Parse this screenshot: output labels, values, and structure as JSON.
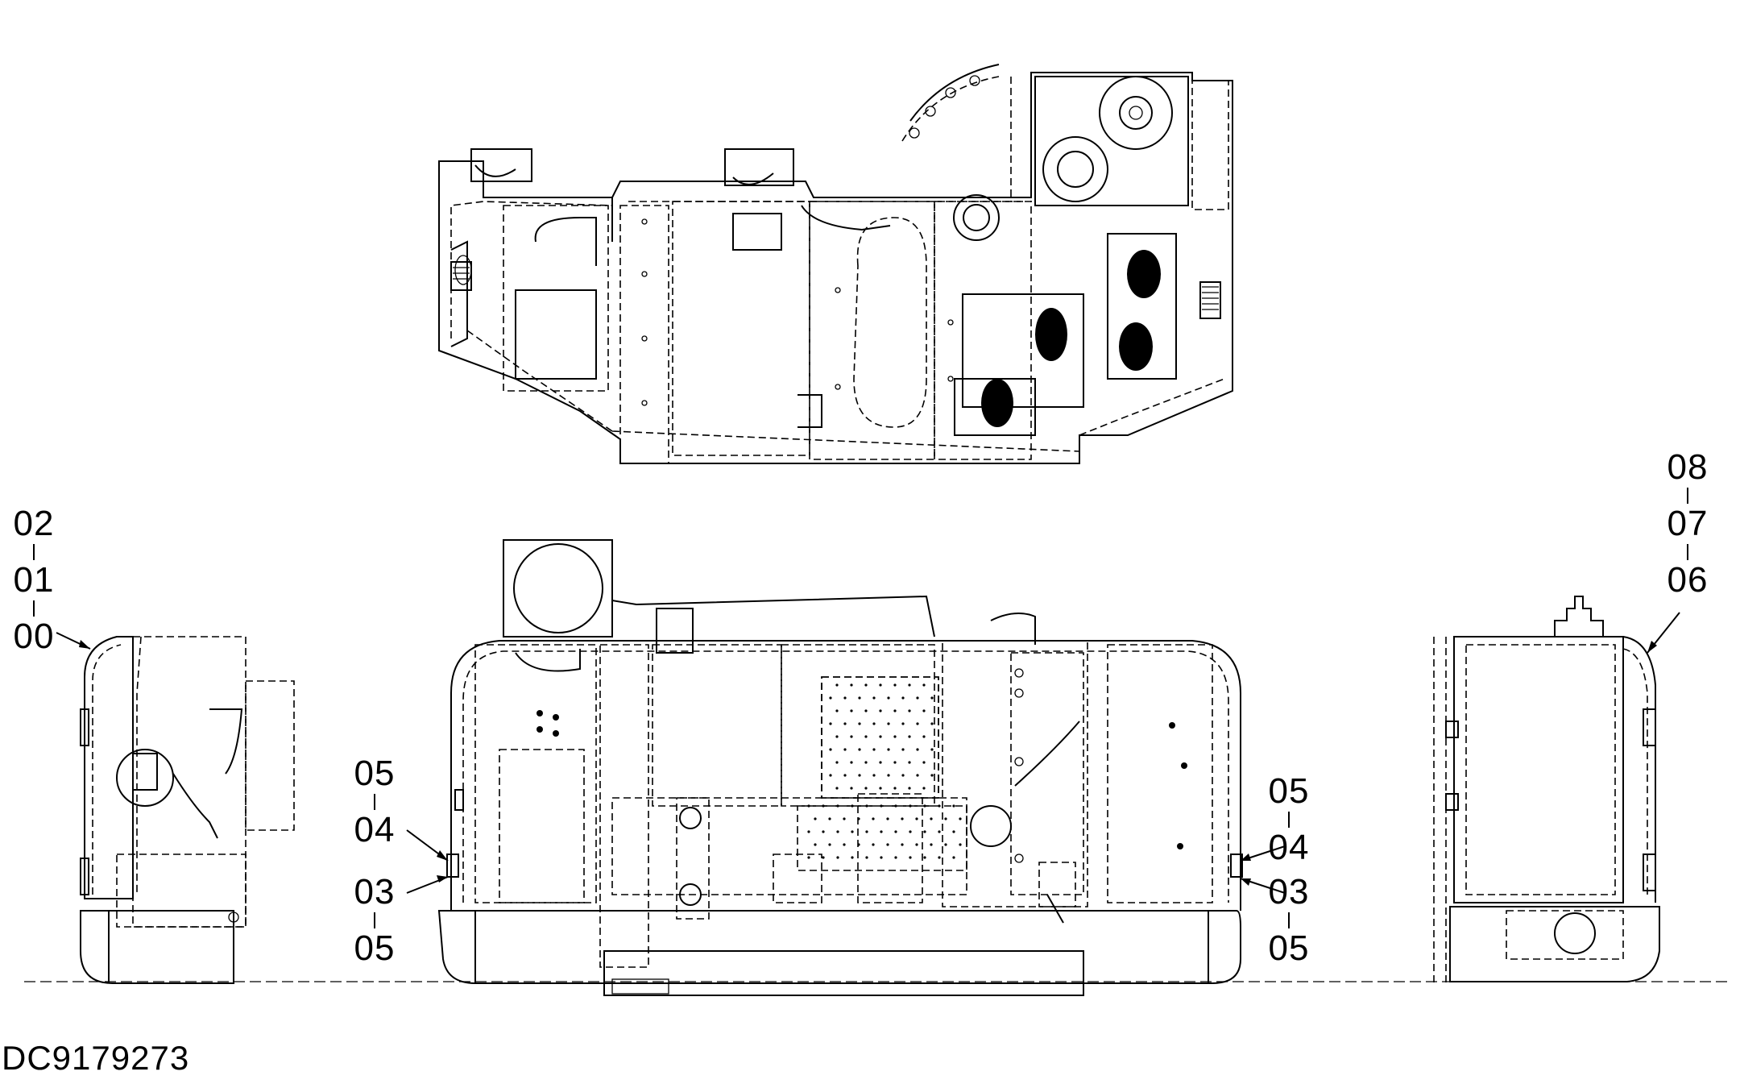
{
  "document_id": "DC9179273",
  "callouts": {
    "left_stack": [
      "02",
      "01",
      "00"
    ],
    "center_left_stack": [
      "05",
      "04",
      "03",
      "05"
    ],
    "center_right_stack": [
      "05",
      "04",
      "03",
      "05"
    ],
    "right_stack": [
      "08",
      "07",
      "06"
    ]
  }
}
